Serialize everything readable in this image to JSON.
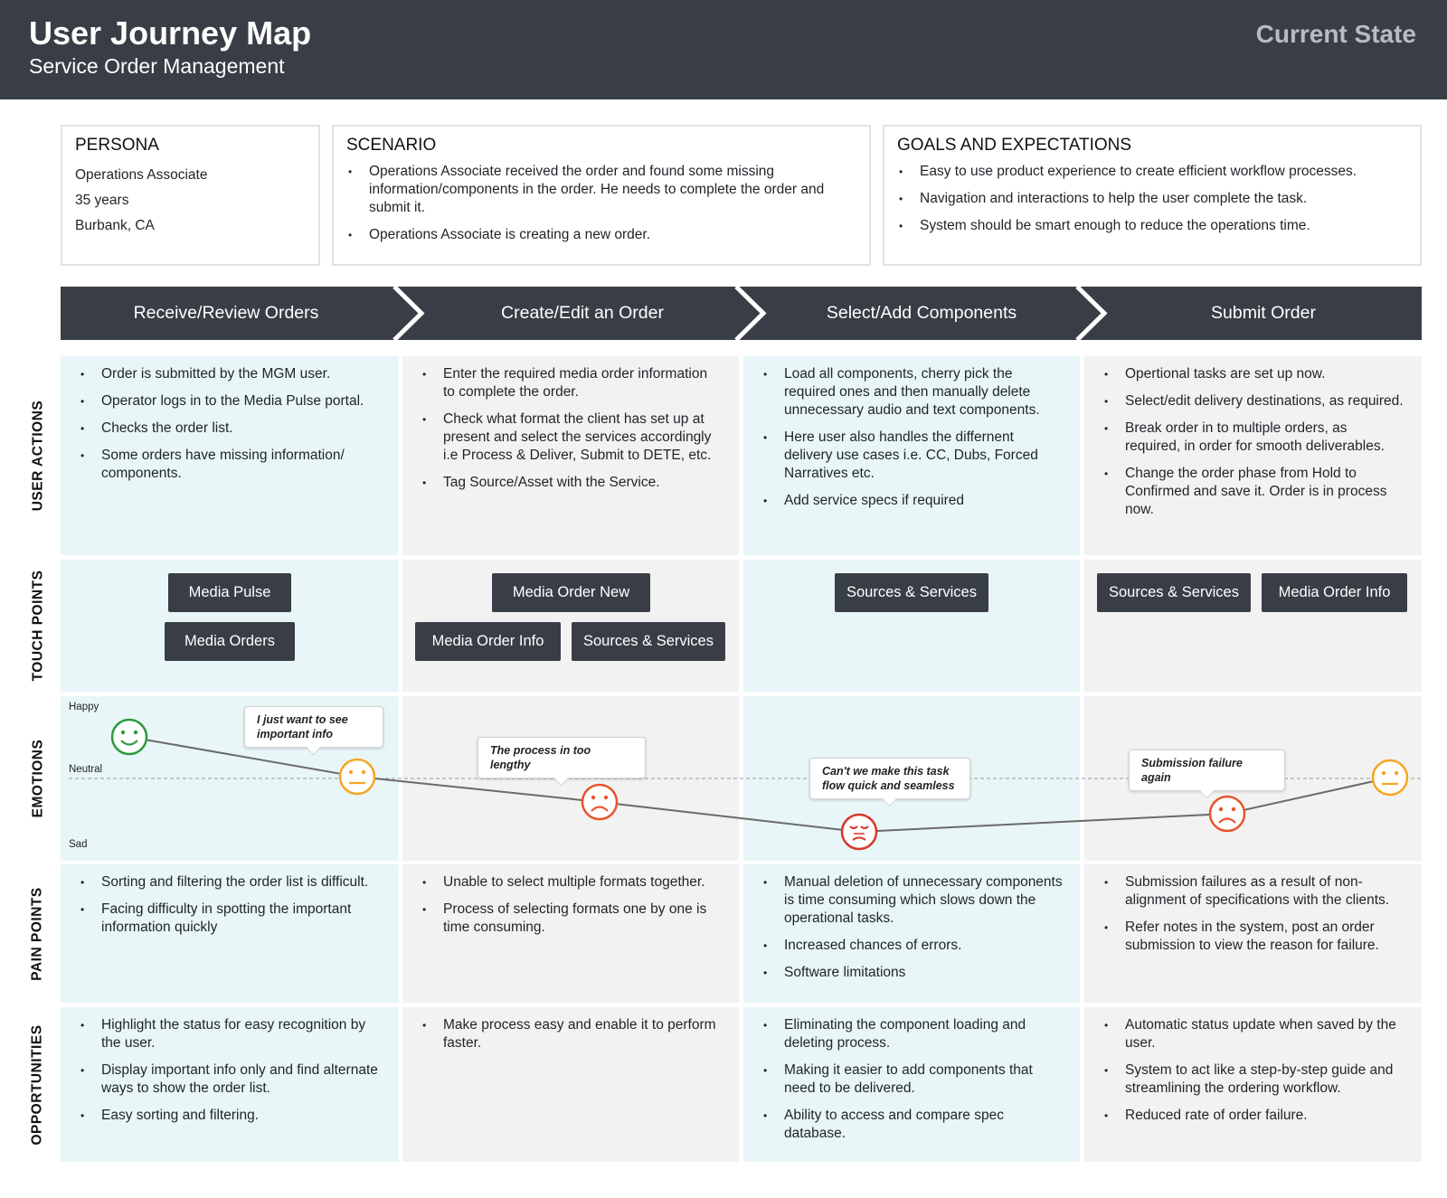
{
  "header": {
    "title": "User Journey Map",
    "subtitle": "Service Order Management",
    "state": "Current State"
  },
  "persona": {
    "heading": "PERSONA",
    "lines": [
      "Operations Associate",
      "35 years",
      "Burbank, CA"
    ]
  },
  "scenario": {
    "heading": "SCENARIO",
    "items": [
      "Operations Associate received the order and found some missing information/components in the order. He needs to complete the order and submit it.",
      "Operations Associate is creating a new order."
    ]
  },
  "goals": {
    "heading": "GOALS AND EXPECTATIONS",
    "items": [
      "Easy to use product experience to create efficient workflow processes.",
      "Navigation and interactions to help the user complete the task.",
      "System should be smart enough to reduce the operations time."
    ]
  },
  "stages": [
    "Receive/Review Orders",
    "Create/Edit an Order",
    "Select/Add Components",
    "Submit Order"
  ],
  "row_labels": {
    "user_actions": "USER ACTIONS",
    "touch_points": "TOUCH POINTS",
    "emotions": "EMOTIONS",
    "pain_points": "PAIN POINTS",
    "opportunities": "OPPORTUNITIES"
  },
  "user_actions": [
    [
      "Order is submitted by the MGM user.",
      "Operator logs in to the Media Pulse portal.",
      "Checks the order list.",
      "Some orders have missing information/ components."
    ],
    [
      "Enter the required media order information to complete the order.",
      "Check what format the client has set up at present and select the services accordingly i.e Process & Deliver, Submit to DETE, etc.",
      "Tag Source/Asset with the Service."
    ],
    [
      "Load all components, cherry pick the required ones and then manually delete unnecessary audio and text components.",
      "Here user also handles the differnent delivery use cases i.e. CC, Dubs, Forced Narratives etc.",
      "Add service specs if required"
    ],
    [
      "Opertional tasks are set up now.",
      "Select/edit delivery destinations, as required.",
      "Break order in to multiple orders, as required, in order for smooth deliverables.",
      "Change the order phase from Hold to Confirmed and save it. Order is in process now."
    ]
  ],
  "touch_points": [
    [
      "Media Pulse",
      "Media Orders"
    ],
    [
      "Media Order New",
      "Media Order Info",
      "Sources & Services"
    ],
    [
      "Sources & Services"
    ],
    [
      "Sources & Services",
      "Media Order Info"
    ]
  ],
  "emotions": {
    "scale_labels": {
      "happy": "Happy",
      "neutral": "Neutral",
      "sad": "Sad"
    },
    "points": [
      {
        "stage": 1,
        "level": "happy",
        "comment": ""
      },
      {
        "stage": 1,
        "level": "neutral",
        "comment": "I just want to see important info"
      },
      {
        "stage": 2,
        "level": "slightly sad",
        "comment": "The process in too lengthy"
      },
      {
        "stage": 3,
        "level": "sad",
        "comment": "Can't we make this task flow quick and seamless"
      },
      {
        "stage": 4,
        "level": "slightly sad",
        "comment": "Submission failure again"
      },
      {
        "stage": 4,
        "level": "neutral",
        "comment": ""
      }
    ],
    "colors": {
      "happy": "#2e9a3c",
      "neutral": "#f5a623",
      "unhappy": "#e8552c",
      "very_sad": "#d9352a"
    }
  },
  "pain_points": [
    [
      "Sorting and filtering the order list is difficult.",
      "Facing difficulty in spotting the important information quickly"
    ],
    [
      "Unable to select multiple formats together.",
      "Process of selecting formats one by one is time consuming."
    ],
    [
      "Manual deletion of unnecessary components is time consuming which slows down the operational tasks.",
      "Increased chances of errors.",
      "Software limitations"
    ],
    [
      "Submission failures as a result of non-alignment of specifications with the clients.",
      "Refer notes in the system, post an order submission to view the reason for failure."
    ]
  ],
  "opportunities": [
    [
      "Highlight the status for easy recognition by the user.",
      "Display important info only and find alternate ways to show the order list.",
      "Easy sorting and filtering."
    ],
    [
      "Make process easy and enable it to perform faster."
    ],
    [
      "Eliminating the component loading and deleting process.",
      "Making it easier to add components that need to be delivered.",
      "Ability to access and compare spec database."
    ],
    [
      "Automatic status update when saved by the user.",
      "System to act like a step-by-step guide and streamlining the ordering workflow.",
      "Reduced rate of order failure."
    ]
  ]
}
